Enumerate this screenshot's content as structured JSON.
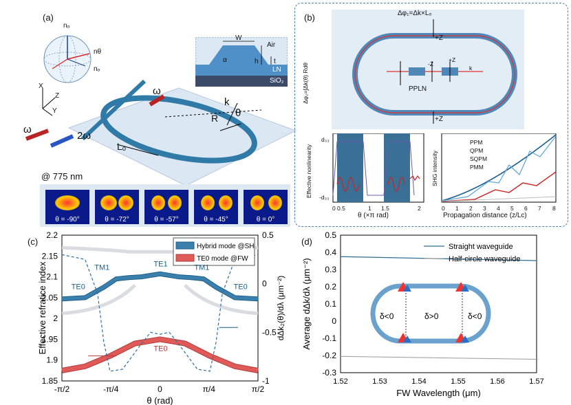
{
  "panel_a": {
    "label": "(a)",
    "n_o_top": "nₒ",
    "n_o_left": "nₒ",
    "n_theta": "nθ",
    "axis_x": "X",
    "axis_y": "Y",
    "axis_z": "Z",
    "omega_top": "ω",
    "omega_left": "ω",
    "two_omega": "2ω",
    "k": "k",
    "theta": "θ",
    "R": "R",
    "L0": "Lₒ",
    "cross_section": {
      "W": "W",
      "Air": "Air",
      "alpha": "α",
      "h": "h",
      "t": "t",
      "LN": "LN",
      "SiO2": "SiO₂"
    },
    "wavelength_note": "@ 775 nm",
    "modes": [
      "θ = -90°",
      "θ = -72°",
      "θ = -57°",
      "θ = -45°",
      "θ = 0°"
    ]
  },
  "panel_b": {
    "label": "(b)",
    "phi1": "Δφ₁=Δk×Lₒ",
    "phi2": "Δφ₂=∫Δk(θ) Rdθ",
    "plus_z_top": "+Z",
    "minus_z": "-Z",
    "plus_z_mid": "+Z",
    "plus_z_bottom": "+Z",
    "k": "k",
    "ppln": "PPLN",
    "sub1": {
      "ylabel": "Effective nonlinearity",
      "y_top": "d₃₃",
      "y_bot": "-d₃₃",
      "xticks": [
        "0",
        "0.5",
        "1",
        "1.5",
        "2"
      ],
      "xlabel": "θ (×π rad)"
    },
    "sub2": {
      "ylabel": "SHG intensity",
      "xticks": [
        "0",
        "1",
        "2",
        "3",
        "4",
        "5",
        "6",
        "7",
        "8"
      ],
      "xlabel": "Propagation distance (z/Lc)",
      "legend": [
        "PPM",
        "QPM",
        "SQPM",
        "PMM"
      ]
    }
  },
  "panel_c": {
    "label": "(c)",
    "ylabel_left": "Effective refratice index",
    "ylabel_right": "dΔk₂(θ)/dλ (μm⁻²)",
    "xlabel": "θ (rad)",
    "yticks_left": [
      "2.2",
      "2.15",
      "2.1",
      "2.05",
      "2",
      "1.95",
      "1.9",
      "1.85"
    ],
    "yticks_right": [
      "0.5",
      "0",
      "-0.5",
      "-1"
    ],
    "xticks": [
      "-π/2",
      "-π/4",
      "0",
      "π/4",
      "π/2"
    ],
    "legend": [
      "Hybrid mode @SH",
      "TE0 mode @FW"
    ],
    "annotations": {
      "te0_left": "TE0",
      "tm1_left": "TM1",
      "te1": "TE1",
      "tm1_right": "TM1",
      "te0_right": "TE0",
      "te0_red": "TE0"
    },
    "colors": {
      "sh": "#3b7fad",
      "fw": "#e05a5a",
      "grey": "#d9dde1"
    }
  },
  "panel_d": {
    "label": "(d)",
    "ylabel": "Average dΔk/dλ (μm⁻²)",
    "xlabel": "FW Wavelength (μm)",
    "yticks": [
      "0.5",
      "0.4",
      "0.3",
      "0.2",
      "0.1",
      "0",
      "-0.1",
      "-0.2",
      "-0.3"
    ],
    "xticks": [
      "1.52",
      "1.53",
      "1.54",
      "1.55",
      "1.56",
      "1.57"
    ],
    "legend": [
      "Straight waveguide",
      "Half-circle waveguide"
    ],
    "inset": {
      "left": "δ<0",
      "mid": "δ>0",
      "right": "δ<0"
    }
  },
  "chart_data": [
    {
      "type": "line",
      "title": "",
      "xlabel": "θ (rad)",
      "ylabel": "Effective refratice index",
      "xlim": [
        -1.5708,
        1.5708
      ],
      "ylim": [
        1.85,
        2.2
      ],
      "series": [
        {
          "name": "Hybrid mode @SH",
          "x": [
            -1.5708,
            -1.2,
            -0.9,
            -0.7,
            -0.5,
            -0.3,
            0,
            0.3,
            0.5,
            0.7,
            0.9,
            1.2,
            1.5708
          ],
          "y": [
            2.047,
            2.05,
            2.075,
            2.095,
            2.098,
            2.1,
            2.107,
            2.1,
            2.098,
            2.095,
            2.075,
            2.05,
            2.047
          ]
        },
        {
          "name": "TE0 mode @FW",
          "x": [
            -1.5708,
            -1.2,
            -0.8,
            -0.4,
            0,
            0.4,
            0.8,
            1.2,
            1.5708
          ],
          "y": [
            1.875,
            1.885,
            1.91,
            1.94,
            1.95,
            1.94,
            1.91,
            1.885,
            1.875
          ]
        }
      ],
      "secondary_axis": {
        "ylabel": "dΔk₂(θ)/dλ (μm⁻²)",
        "ylim": [
          -1.0,
          0.5
        ],
        "series": {
          "x": [
            -1.5708,
            -1.2,
            -1.0,
            -0.9,
            -0.8,
            -0.6,
            -0.3,
            -0.15,
            0,
            0.15,
            0.3,
            0.6,
            0.8,
            0.9,
            1.0,
            1.2,
            1.5708
          ],
          "y": [
            0.3,
            0.25,
            -0.1,
            -0.6,
            -0.9,
            -0.88,
            -0.62,
            -0.5,
            -0.52,
            -0.5,
            -0.62,
            -0.88,
            -0.9,
            -0.6,
            -0.1,
            0.25,
            0.3
          ]
        }
      }
    },
    {
      "type": "line",
      "title": "",
      "xlabel": "FW Wavelength (μm)",
      "ylabel": "Average dΔk/dλ (μm⁻²)",
      "xlim": [
        1.52,
        1.57
      ],
      "ylim": [
        -0.3,
        0.5
      ],
      "series": [
        {
          "name": "Straight waveguide",
          "x": [
            1.52,
            1.57
          ],
          "y": [
            0.375,
            0.352
          ]
        },
        {
          "name": "Half-circle waveguide",
          "x": [
            1.52,
            1.57
          ],
          "y": [
            -0.205,
            -0.222
          ]
        }
      ]
    }
  ]
}
